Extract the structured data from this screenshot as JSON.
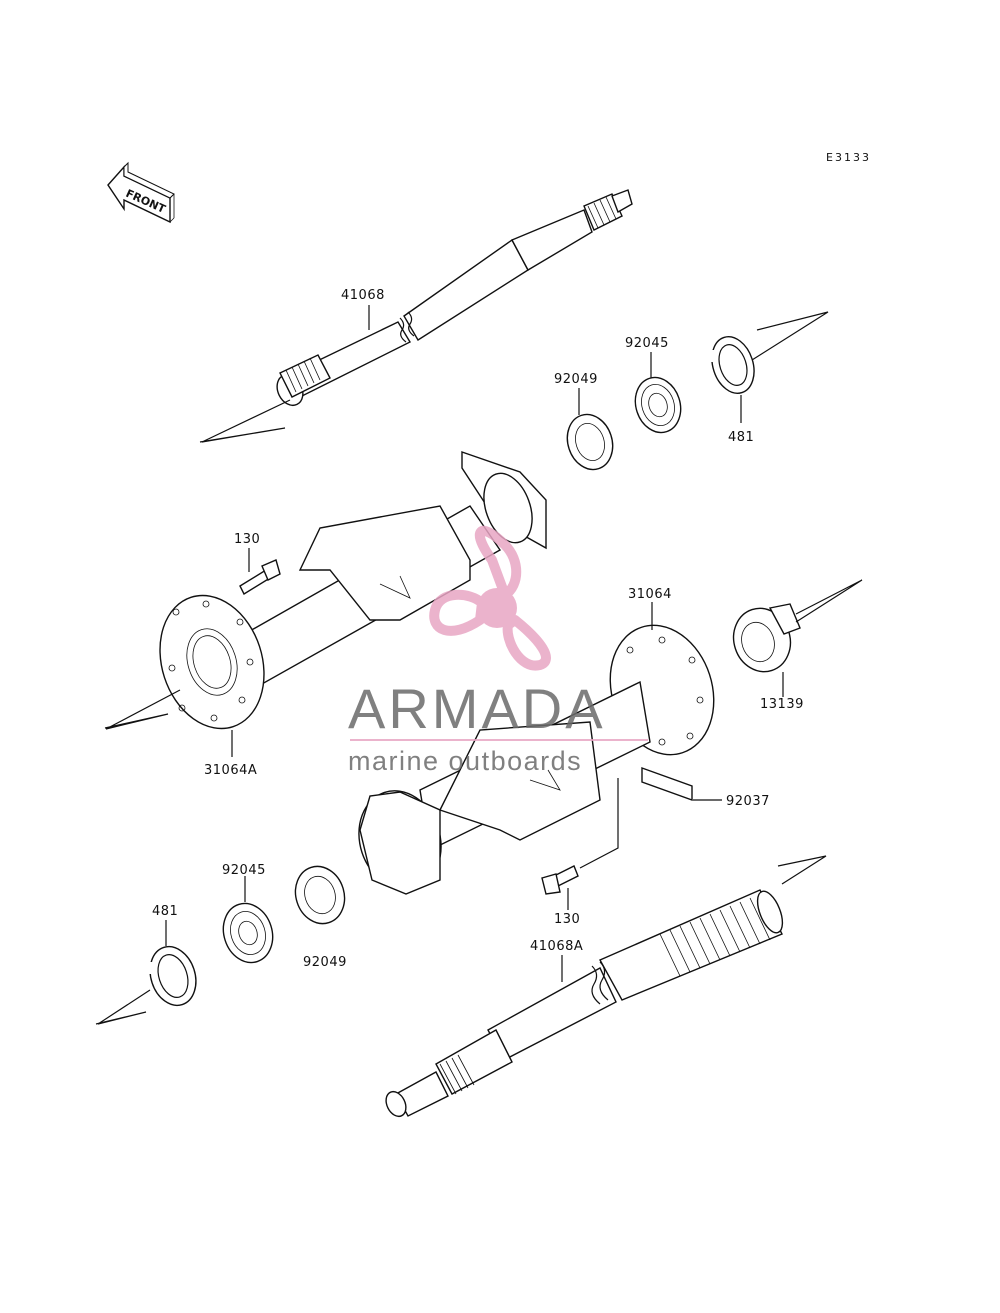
{
  "diagram": {
    "code": "E3133",
    "front_label": "FRONT",
    "labels": {
      "shaft_41068": "41068",
      "ring_92045_top": "92045",
      "seal_92049_top": "92049",
      "circlip_481_top": "481",
      "bolt_130_top": "130",
      "flange_31064": "31064",
      "seal_13139": "13139",
      "housing_31064A": "31064A",
      "key_92037": "92037",
      "bearing_92045_bottom": "92045",
      "circlip_481_bottom": "481",
      "seal_92049_bottom": "92049",
      "bolt_130_bottom": "130",
      "shaft_41068A": "41068A"
    }
  },
  "watermark": {
    "title": "ARMADA",
    "subtitle": "marine outboards",
    "accent_color": "#e8a6c4",
    "text_color": "#6b6b6b"
  }
}
